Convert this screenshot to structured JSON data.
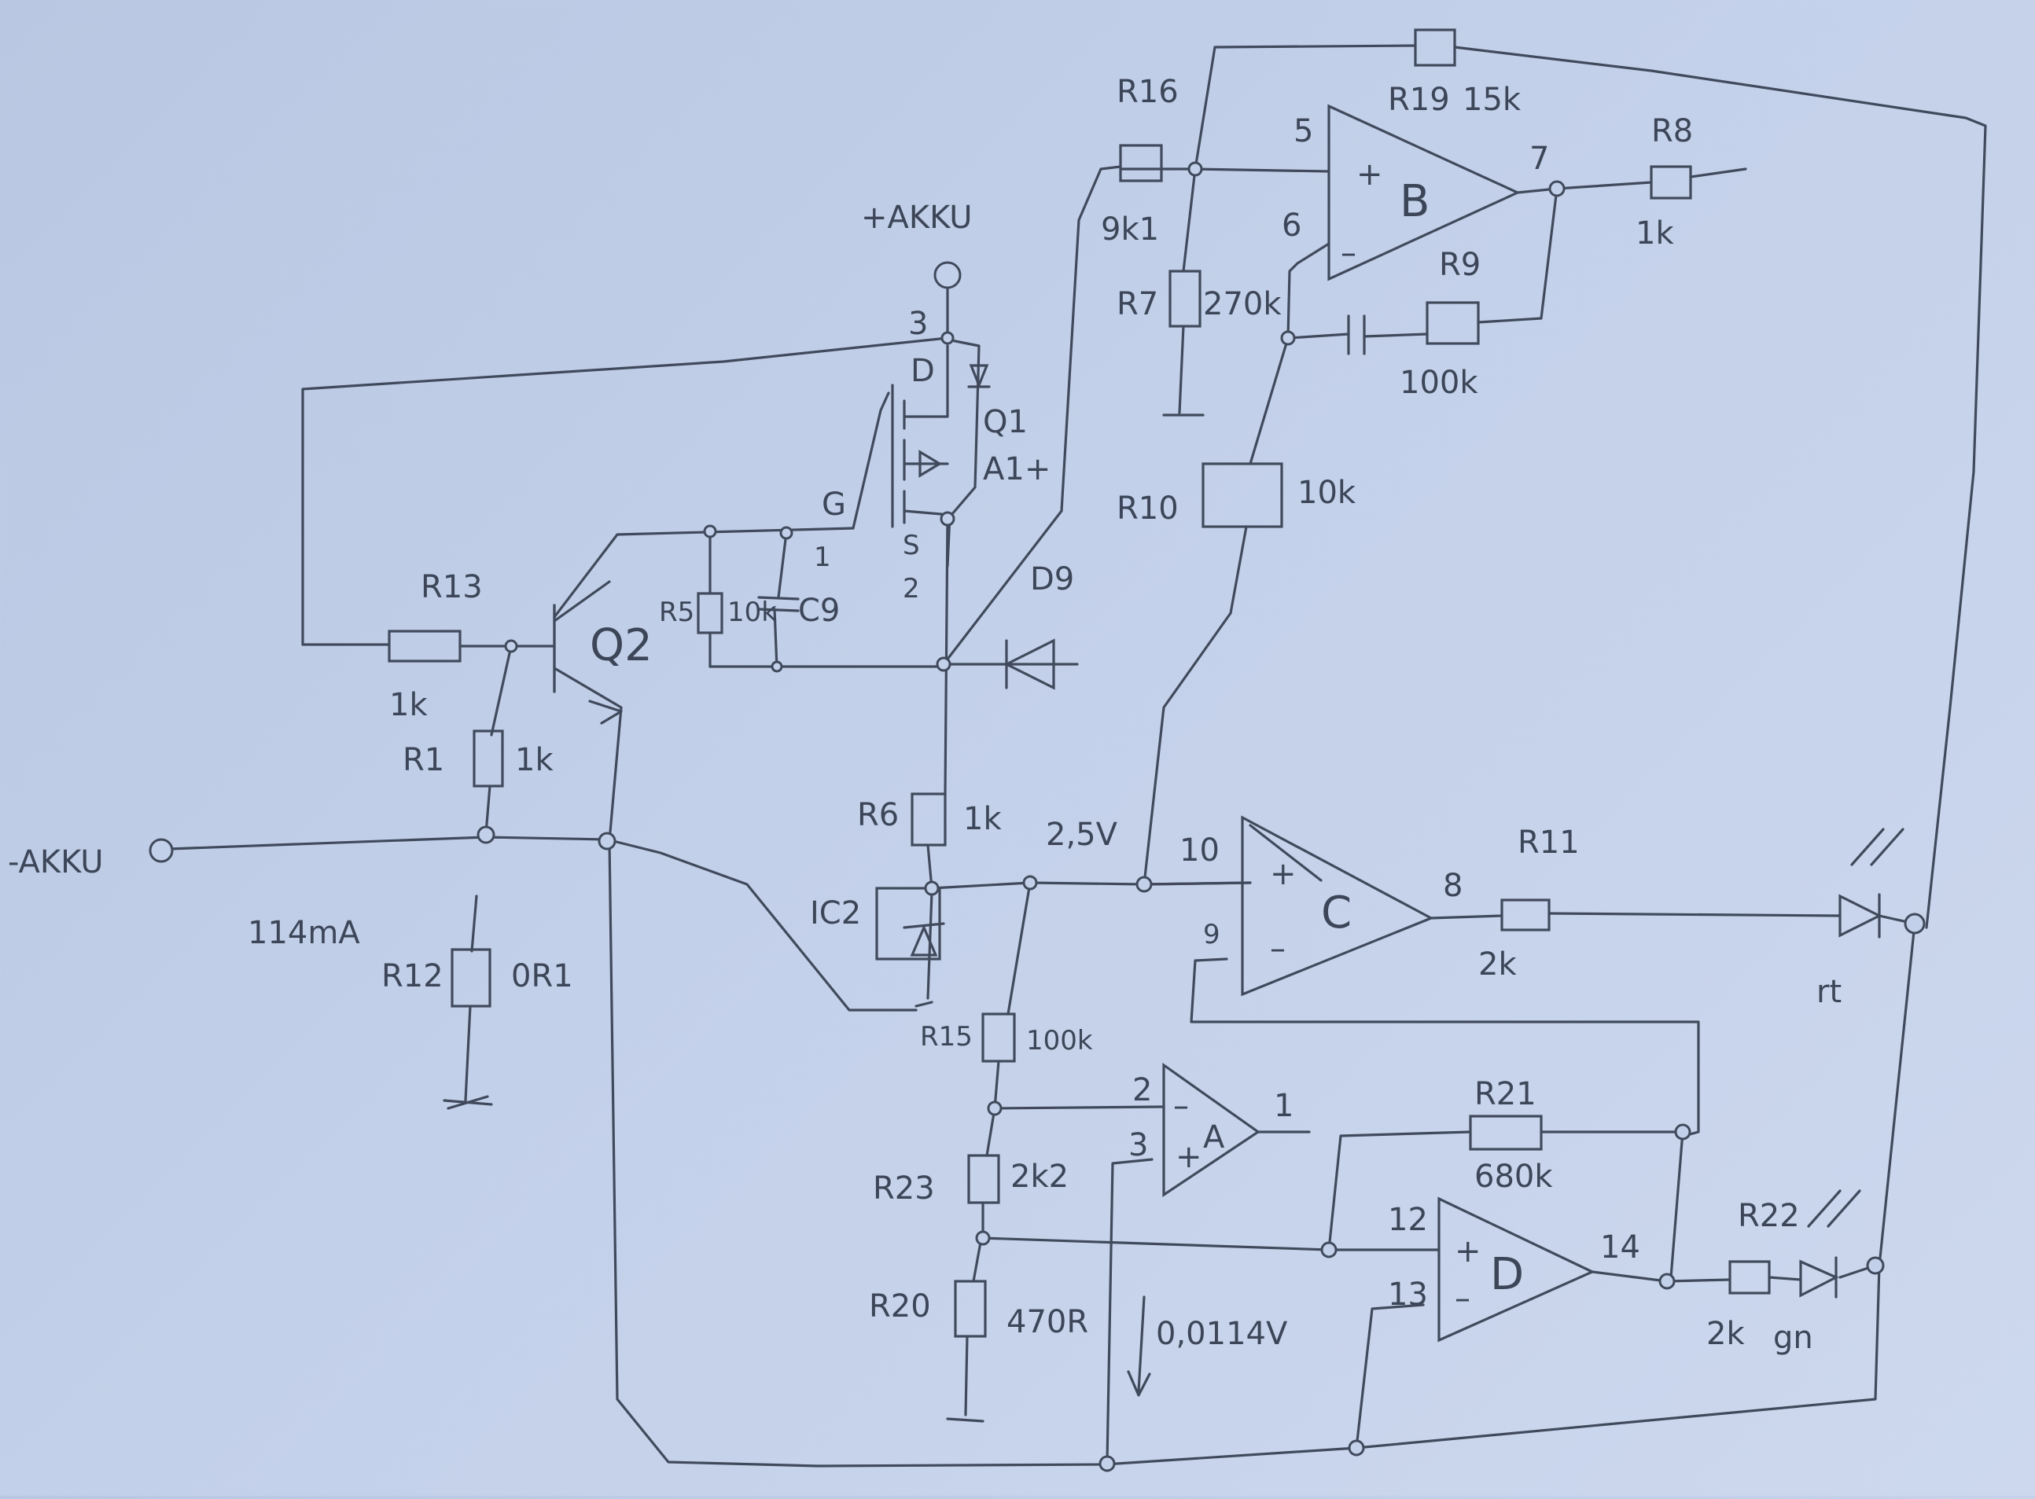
{
  "labels": {
    "supply_plus": "+AKKU",
    "supply_minus": "-AKKU",
    "pin3": "3",
    "pinD": "D",
    "q1": "Q1",
    "q1_type": "A1+",
    "pinG": "G",
    "pin1": "1",
    "pinS": "S",
    "pin2": "2",
    "d9": "D9",
    "r5": "R5",
    "r5_val": "10k",
    "c9": "C9",
    "r13": "R13",
    "r13_val": "1k",
    "q2": "Q2",
    "r1": "R1",
    "r1_val": "1k",
    "current": "114mA",
    "r12": "R12",
    "r12_val": "0R1",
    "r6": "R6",
    "r6_val": "1k",
    "ic2": "IC2",
    "v25": "2,5V",
    "r15": "R15",
    "r15_val": "100k",
    "r23": "R23",
    "r23_val": "2k2",
    "r20": "R20",
    "r20_val": "470R",
    "v_small": "0,0114V",
    "r16": "R16",
    "r16_val": "9k1",
    "r19": "R19",
    "r19_val": "15k",
    "r7": "R7",
    "r7_val": "270k",
    "r9": "R9",
    "r9_val": "100k",
    "r8": "R8",
    "r8_val": "1k",
    "r10": "R10",
    "r10_val": "10k",
    "r11": "R11",
    "r11_val": "2k",
    "r21": "R21",
    "r21_val": "680k",
    "r22": "R22",
    "r22_val": "2k",
    "led_rt": "rt",
    "led_gn": "gn",
    "opB": "B",
    "opB_pin5": "5",
    "opB_pin6": "6",
    "opB_pin7": "7",
    "opC": "C",
    "opC_pin10": "10",
    "opC_pin9": "9",
    "opC_pin8": "8",
    "opA": "A",
    "opA_pin2": "2",
    "opA_pin3": "3",
    "opA_pin1": "1",
    "opD": "D",
    "opD_pin12": "12",
    "opD_pin13": "13",
    "opD_pin14": "14",
    "plus": "+",
    "minus": "–"
  }
}
